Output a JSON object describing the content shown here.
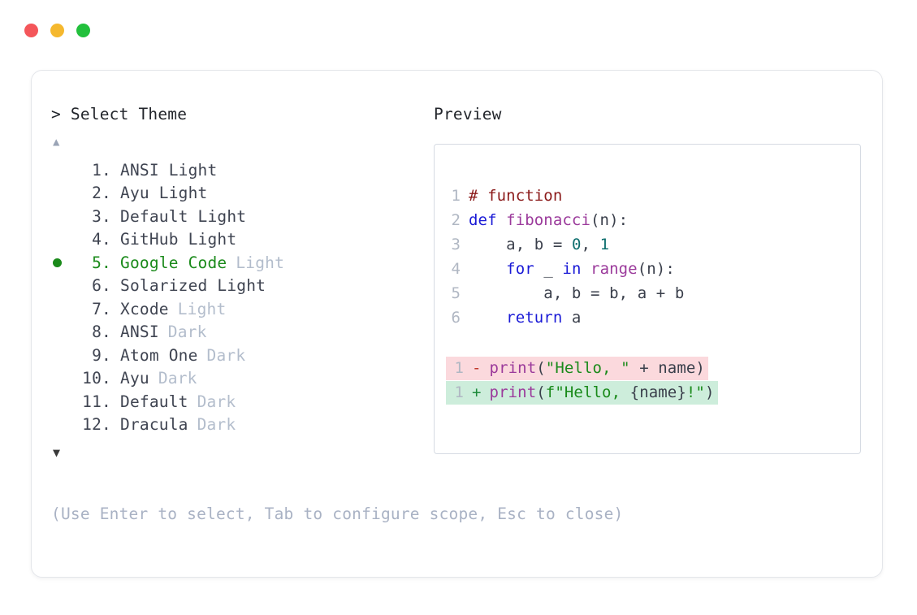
{
  "window": {
    "controls": [
      {
        "name": "close",
        "color": "#f4565a"
      },
      {
        "name": "minimize",
        "color": "#f5b82e"
      },
      {
        "name": "maximize",
        "color": "#22c03c"
      }
    ]
  },
  "prompt": {
    "text": "> Select Theme",
    "scroll_up": "▲",
    "scroll_down": "▼"
  },
  "themes": [
    {
      "index": "1.",
      "name": "ANSI Light",
      "variant": "",
      "selected": false
    },
    {
      "index": "2.",
      "name": "Ayu Light",
      "variant": "",
      "selected": false
    },
    {
      "index": "3.",
      "name": "Default Light",
      "variant": "",
      "selected": false
    },
    {
      "index": "4.",
      "name": "GitHub Light",
      "variant": "",
      "selected": false
    },
    {
      "index": "5.",
      "name": "Google Code",
      "variant": "Light",
      "selected": true
    },
    {
      "index": "6.",
      "name": "Solarized Light",
      "variant": "",
      "selected": false
    },
    {
      "index": "7.",
      "name": "Xcode",
      "variant": "Light",
      "selected": false
    },
    {
      "index": "8.",
      "name": "ANSI",
      "variant": "Dark",
      "selected": false
    },
    {
      "index": "9.",
      "name": "Atom One",
      "variant": "Dark",
      "selected": false
    },
    {
      "index": "10.",
      "name": "Ayu",
      "variant": "Dark",
      "selected": false
    },
    {
      "index": "11.",
      "name": "Default",
      "variant": "Dark",
      "selected": false
    },
    {
      "index": "12.",
      "name": "Dracula",
      "variant": "Dark",
      "selected": false
    }
  ],
  "hint": "(Use Enter to select, Tab to configure scope, Esc to close)",
  "preview": {
    "label": "Preview",
    "code_lines": [
      {
        "number": "1",
        "tokens": [
          {
            "t": "# function",
            "c": "com"
          }
        ]
      },
      {
        "number": "2",
        "tokens": [
          {
            "t": "def ",
            "c": "kw"
          },
          {
            "t": "fibonacci",
            "c": "fn"
          },
          {
            "t": "(n):",
            "c": "pl"
          }
        ]
      },
      {
        "number": "3",
        "tokens": [
          {
            "t": "    a, b = ",
            "c": "pl"
          },
          {
            "t": "0",
            "c": "num"
          },
          {
            "t": ", ",
            "c": "pl"
          },
          {
            "t": "1",
            "c": "num"
          }
        ]
      },
      {
        "number": "4",
        "tokens": [
          {
            "t": "    ",
            "c": "pl"
          },
          {
            "t": "for",
            "c": "kw"
          },
          {
            "t": " _ ",
            "c": "pl"
          },
          {
            "t": "in",
            "c": "kw"
          },
          {
            "t": " ",
            "c": "pl"
          },
          {
            "t": "range",
            "c": "fn"
          },
          {
            "t": "(n):",
            "c": "pl"
          }
        ]
      },
      {
        "number": "5",
        "tokens": [
          {
            "t": "        a, b = b, a + b",
            "c": "pl"
          }
        ]
      },
      {
        "number": "6",
        "tokens": [
          {
            "t": "    ",
            "c": "pl"
          },
          {
            "t": "return",
            "c": "kw"
          },
          {
            "t": " a",
            "c": "pl"
          }
        ]
      }
    ],
    "diff_lines": [
      {
        "number": "1",
        "sign": "-",
        "kind": "del",
        "tokens": [
          {
            "t": "print",
            "c": "fn"
          },
          {
            "t": "(",
            "c": "pl"
          },
          {
            "t": "\"Hello, \"",
            "c": "str"
          },
          {
            "t": " + name)",
            "c": "pl"
          }
        ]
      },
      {
        "number": "1",
        "sign": "+",
        "kind": "add",
        "tokens": [
          {
            "t": "print",
            "c": "fn"
          },
          {
            "t": "(",
            "c": "pl"
          },
          {
            "t": "f\"Hello, ",
            "c": "str"
          },
          {
            "t": "{name}",
            "c": "pl"
          },
          {
            "t": "!\"",
            "c": "str"
          },
          {
            "t": ")",
            "c": "pl"
          }
        ]
      }
    ]
  },
  "colors": {
    "selected": "#1a8a1a",
    "variant_tag": "#b3bdcc",
    "hint": "#a9b2c4",
    "diff_del_bg": "#fbd9dd",
    "diff_add_bg": "#cdeddb",
    "comment": "#8b1a1a",
    "keyword": "#1a1ad6",
    "function": "#9b3a9b",
    "number": "#0d6e6e",
    "string": "#1a8a1a"
  }
}
